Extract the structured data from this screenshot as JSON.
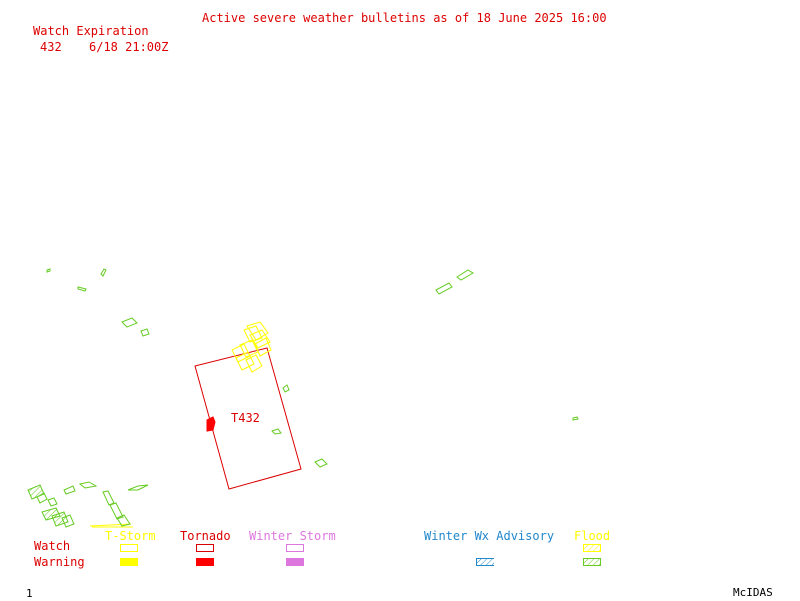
{
  "header": {
    "title": "Active severe weather bulletins as of 18 June 2025 16:00",
    "watch_expiration_label": "Watch Expiration",
    "watch_number": "432",
    "watch_expiration_time": "6/18 21:00Z"
  },
  "map": {
    "watch_box_label": "T432"
  },
  "legend": {
    "row_watch": "Watch",
    "row_warning": "Warning",
    "columns": [
      {
        "label": "T-Storm",
        "color": "#ffff00"
      },
      {
        "label": "Tornado",
        "color": "#ff0000"
      },
      {
        "label": "Winter Storm",
        "color": "#dd77dd"
      },
      {
        "label": "Winter Wx Advisory",
        "color": "#2288cc"
      },
      {
        "label": "Flood",
        "color": "#ffff00"
      }
    ],
    "flood_warning_color": "#66cc22",
    "advisory_color": "#2288cc"
  },
  "footer": {
    "frame_number": "1",
    "software": "McIDAS"
  }
}
